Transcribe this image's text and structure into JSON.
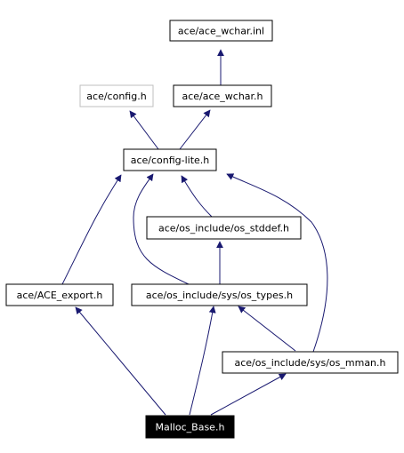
{
  "diagram": {
    "nodes": [
      {
        "id": "ace_wchar_inl",
        "label": "ace/ace_wchar.inl",
        "style": "normal"
      },
      {
        "id": "config_h",
        "label": "ace/config.h",
        "style": "muted"
      },
      {
        "id": "ace_wchar_h",
        "label": "ace/ace_wchar.h",
        "style": "normal"
      },
      {
        "id": "config_lite_h",
        "label": "ace/config-lite.h",
        "style": "normal"
      },
      {
        "id": "os_stddef_h",
        "label": "ace/os_include/os_stddef.h",
        "style": "normal"
      },
      {
        "id": "ace_export_h",
        "label": "ace/ACE_export.h",
        "style": "normal"
      },
      {
        "id": "os_types_h",
        "label": "ace/os_include/sys/os_types.h",
        "style": "normal"
      },
      {
        "id": "os_mman_h",
        "label": "ace/os_include/sys/os_mman.h",
        "style": "normal"
      },
      {
        "id": "malloc_base_h",
        "label": "Malloc_Base.h",
        "style": "highlight"
      }
    ],
    "edges": [
      {
        "from": "ace_wchar_h",
        "to": "ace_wchar_inl"
      },
      {
        "from": "config_lite_h",
        "to": "config_h"
      },
      {
        "from": "config_lite_h",
        "to": "ace_wchar_h"
      },
      {
        "from": "os_stddef_h",
        "to": "config_lite_h"
      },
      {
        "from": "ace_export_h",
        "to": "config_lite_h"
      },
      {
        "from": "os_types_h",
        "to": "config_lite_h"
      },
      {
        "from": "os_types_h",
        "to": "os_stddef_h"
      },
      {
        "from": "os_mman_h",
        "to": "config_lite_h"
      },
      {
        "from": "os_mman_h",
        "to": "os_types_h"
      },
      {
        "from": "malloc_base_h",
        "to": "ace_export_h"
      },
      {
        "from": "malloc_base_h",
        "to": "os_types_h"
      },
      {
        "from": "malloc_base_h",
        "to": "os_mman_h"
      }
    ]
  },
  "colors": {
    "edge": "#191970",
    "node_border": "#000000",
    "node_border_muted": "#bfbfbf",
    "highlight_fill": "#000000",
    "highlight_text": "#ffffff",
    "text": "#000000"
  }
}
